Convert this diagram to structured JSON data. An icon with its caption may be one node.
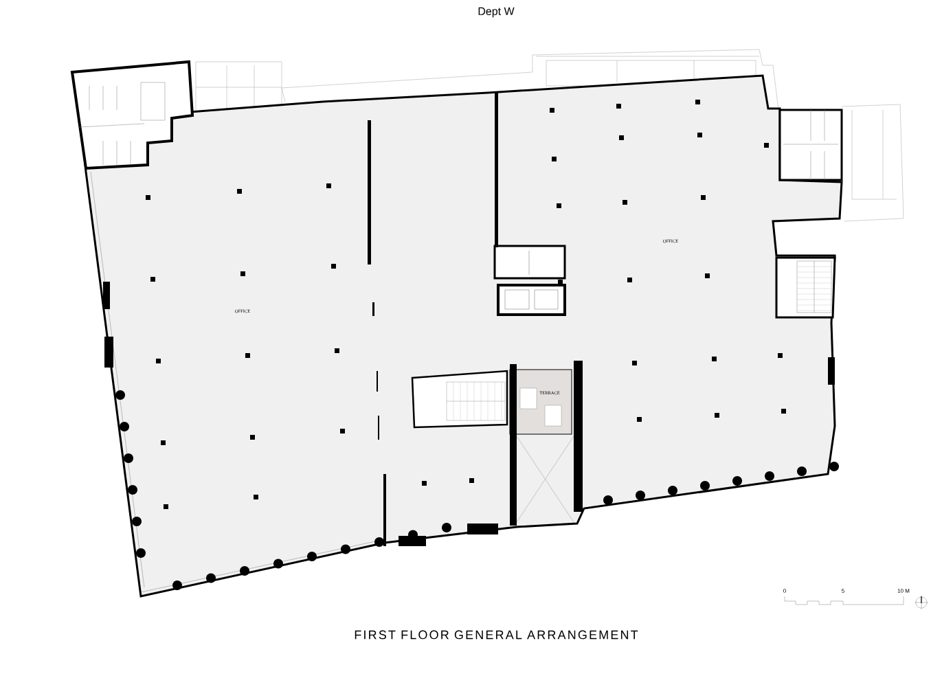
{
  "diagram": {
    "title": "FIRST FLOOR GENERAL ARRANGEMENT",
    "labels": [
      "Dept W",
      "OFFICE",
      "OFFICE",
      "TERRACE",
      "0",
      "5",
      "10 M"
    ]
  }
}
